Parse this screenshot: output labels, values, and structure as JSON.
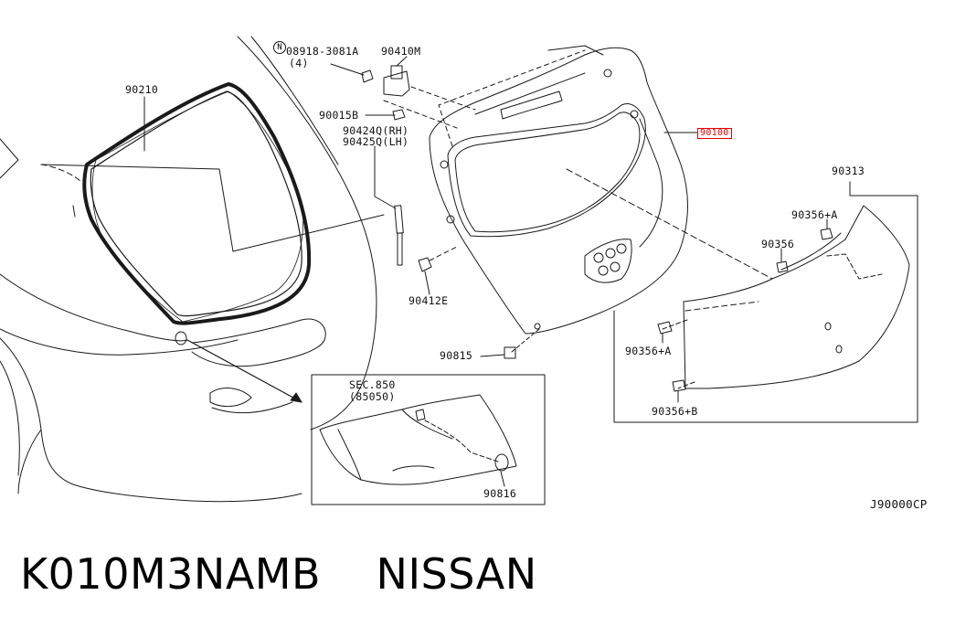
{
  "labels": {
    "p90210": "90210",
    "bolt_ref": "08918-3081A",
    "bolt_qty": "(4)",
    "p90410M": "90410M",
    "p90015B": "90015B",
    "p90424Q": "90424Q(RH)",
    "p90425Q": "90425Q(LH)",
    "p90100": "90100",
    "p90313": "90313",
    "p90356A_top": "90356+A",
    "p90356": "90356",
    "p90412E": "90412E",
    "p90815": "90815",
    "p90356A_left": "90356+A",
    "p90356B": "90356+B",
    "sec_ref": "SEC.850",
    "sec_sub": "(85050)",
    "p90816": "90816",
    "diagram_code": "J90000CP"
  },
  "n_mark": "N",
  "footer": {
    "part_number": "K010M3NAMB    NISSAN"
  },
  "colors": {
    "line": "#1a1a1a",
    "highlight": "#e60000",
    "background": "#ffffff"
  }
}
